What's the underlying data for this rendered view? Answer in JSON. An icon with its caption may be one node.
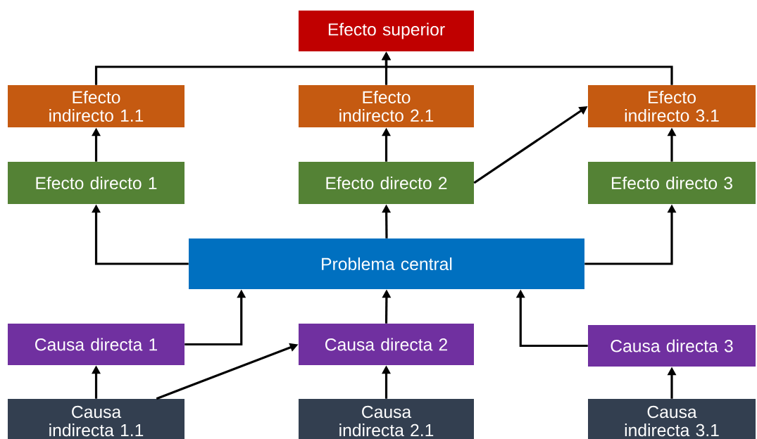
{
  "diagram": {
    "nodes": [
      {
        "text": [
          "Efecto superior"
        ]
      },
      {
        "text": [
          "Efecto indirecto 1.1"
        ]
      },
      {
        "text": [
          "Efecto indirecto 2.1"
        ]
      },
      {
        "text": [
          "Efecto indirecto 3.1"
        ]
      },
      {
        "text": [
          "Efecto directo 1"
        ]
      },
      {
        "text": [
          "Efecto directo 2"
        ]
      },
      {
        "text": [
          "Efecto directo 3"
        ]
      },
      {
        "text": [
          "Problema central"
        ]
      },
      {
        "text": [
          "Causa directa 1"
        ]
      },
      {
        "text": [
          "Causa directa 2"
        ]
      },
      {
        "text": [
          "Causa directa 3"
        ]
      },
      {
        "text": [
          "Causa indirecta 1.1"
        ]
      },
      {
        "text": [
          "Causa indirecta 2.1"
        ]
      },
      {
        "text": [
          "Causa indirecta 3.1"
        ]
      }
    ],
    "edges": [
      {
        "from": 1,
        "to": 0,
        "arrow": "to"
      },
      {
        "from": 2,
        "to": 0,
        "arrow": "to"
      },
      {
        "from": 3,
        "to": 0,
        "arrow": "to"
      },
      {
        "from": 4,
        "to": 1,
        "arrow": "to"
      },
      {
        "from": 5,
        "to": 2,
        "arrow": "to"
      },
      {
        "from": 6,
        "to": 3,
        "arrow": "to"
      },
      {
        "from": 5,
        "to": 3,
        "arrow": "to"
      },
      {
        "from": 7,
        "to": 4,
        "arrow": "to"
      },
      {
        "from": 7,
        "to": 5,
        "arrow": "to"
      },
      {
        "from": 7,
        "to": 6,
        "arrow": "to"
      },
      {
        "from": 8,
        "to": 7,
        "arrow": "to"
      },
      {
        "from": 9,
        "to": 7,
        "arrow": "to"
      },
      {
        "from": 10,
        "to": 7,
        "arrow": "to"
      },
      {
        "from": 11,
        "to": 8,
        "arrow": "to"
      },
      {
        "from": 12,
        "to": 9,
        "arrow": "to"
      },
      {
        "from": 13,
        "to": 10,
        "arrow": "to"
      },
      {
        "from": 11,
        "to": 9,
        "arrow": "to"
      }
    ]
  }
}
